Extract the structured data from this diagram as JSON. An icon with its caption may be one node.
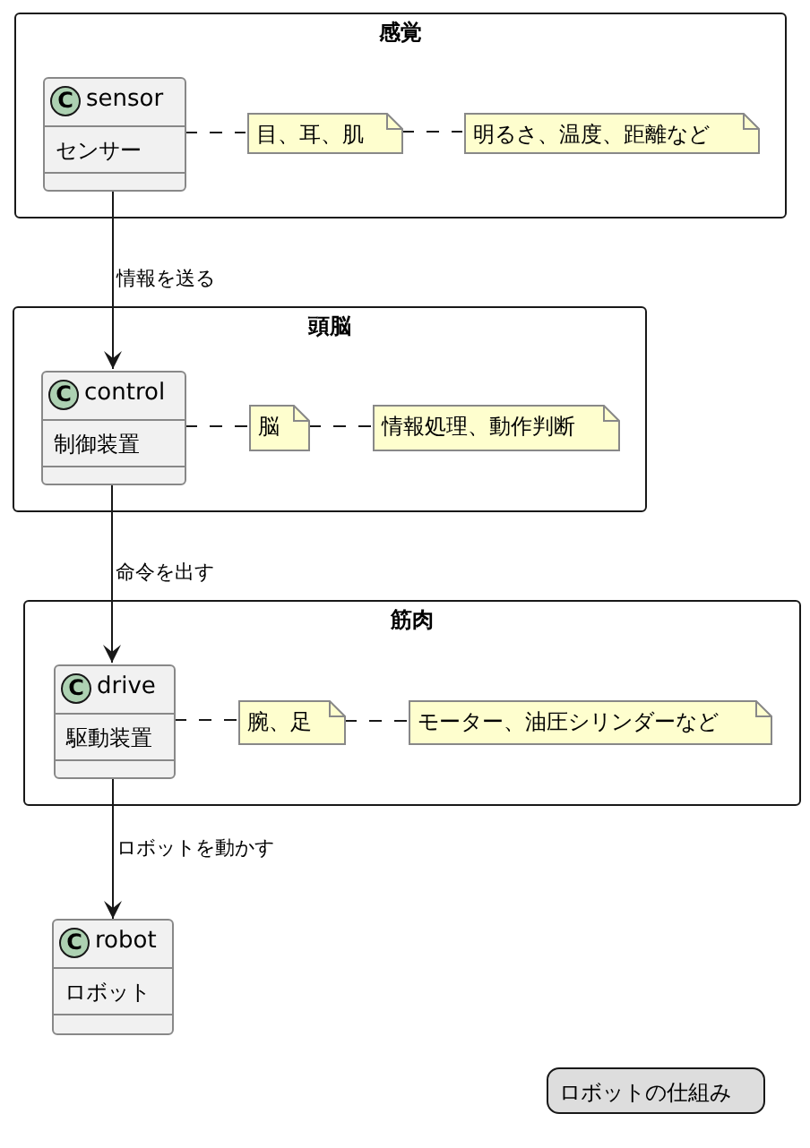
{
  "diagram": {
    "nodes": [
      {
        "text": [
          "感覚"
        ]
      },
      {
        "text": [
          "C",
          "sensor",
          "センサー"
        ],
        "in": 0
      },
      {
        "text": [
          "目、耳、肌"
        ],
        "in": 0
      },
      {
        "text": [
          "明るさ、温度、距離など"
        ],
        "in": 0
      },
      {
        "text": [
          "頭脳"
        ]
      },
      {
        "text": [
          "C",
          "control",
          "制御装置"
        ],
        "in": 4
      },
      {
        "text": [
          "脳"
        ],
        "in": 4
      },
      {
        "text": [
          "情報処理、動作判断"
        ],
        "in": 4
      },
      {
        "text": [
          "筋肉"
        ]
      },
      {
        "text": [
          "C",
          "drive",
          "駆動装置"
        ],
        "in": 8
      },
      {
        "text": [
          "腕、足"
        ],
        "in": 8
      },
      {
        "text": [
          "モーター、油圧シリンダーなど"
        ],
        "in": 8
      },
      {
        "text": [
          "C",
          "robot",
          "ロボット"
        ]
      },
      {
        "text": [
          "ロボットの仕組み"
        ]
      }
    ],
    "edges": [
      {
        "from": 1,
        "to": 2,
        "arrow": "none",
        "style": "dashed"
      },
      {
        "from": 2,
        "to": 3,
        "arrow": "none",
        "style": "dashed"
      },
      {
        "from": 1,
        "to": 5,
        "arrow": "to",
        "label": "情報を送る"
      },
      {
        "from": 5,
        "to": 6,
        "arrow": "none",
        "style": "dashed"
      },
      {
        "from": 6,
        "to": 7,
        "arrow": "none",
        "style": "dashed"
      },
      {
        "from": 5,
        "to": 9,
        "arrow": "to",
        "label": "命令を出す"
      },
      {
        "from": 9,
        "to": 10,
        "arrow": "none",
        "style": "dashed"
      },
      {
        "from": 10,
        "to": 11,
        "arrow": "none",
        "style": "dashed"
      },
      {
        "from": 9,
        "to": 12,
        "arrow": "to",
        "label": "ロボットを動かす"
      }
    ]
  }
}
